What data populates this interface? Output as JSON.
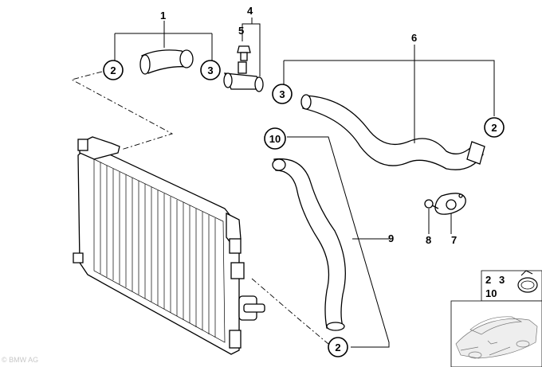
{
  "diagram": {
    "callouts": {
      "c1": "1",
      "c4": "4",
      "c5": "5",
      "c6": "6",
      "c7": "7",
      "c8": "8",
      "c9": "9"
    },
    "circled": {
      "left_2": "2",
      "left_3": "3",
      "mid_3": "3",
      "right_2": "2",
      "hose_10": "10",
      "bottom_2": "2"
    },
    "legend": {
      "line1_a": "2",
      "line1_b": "3",
      "line2": "10"
    },
    "watermark": "© BMW AG"
  }
}
